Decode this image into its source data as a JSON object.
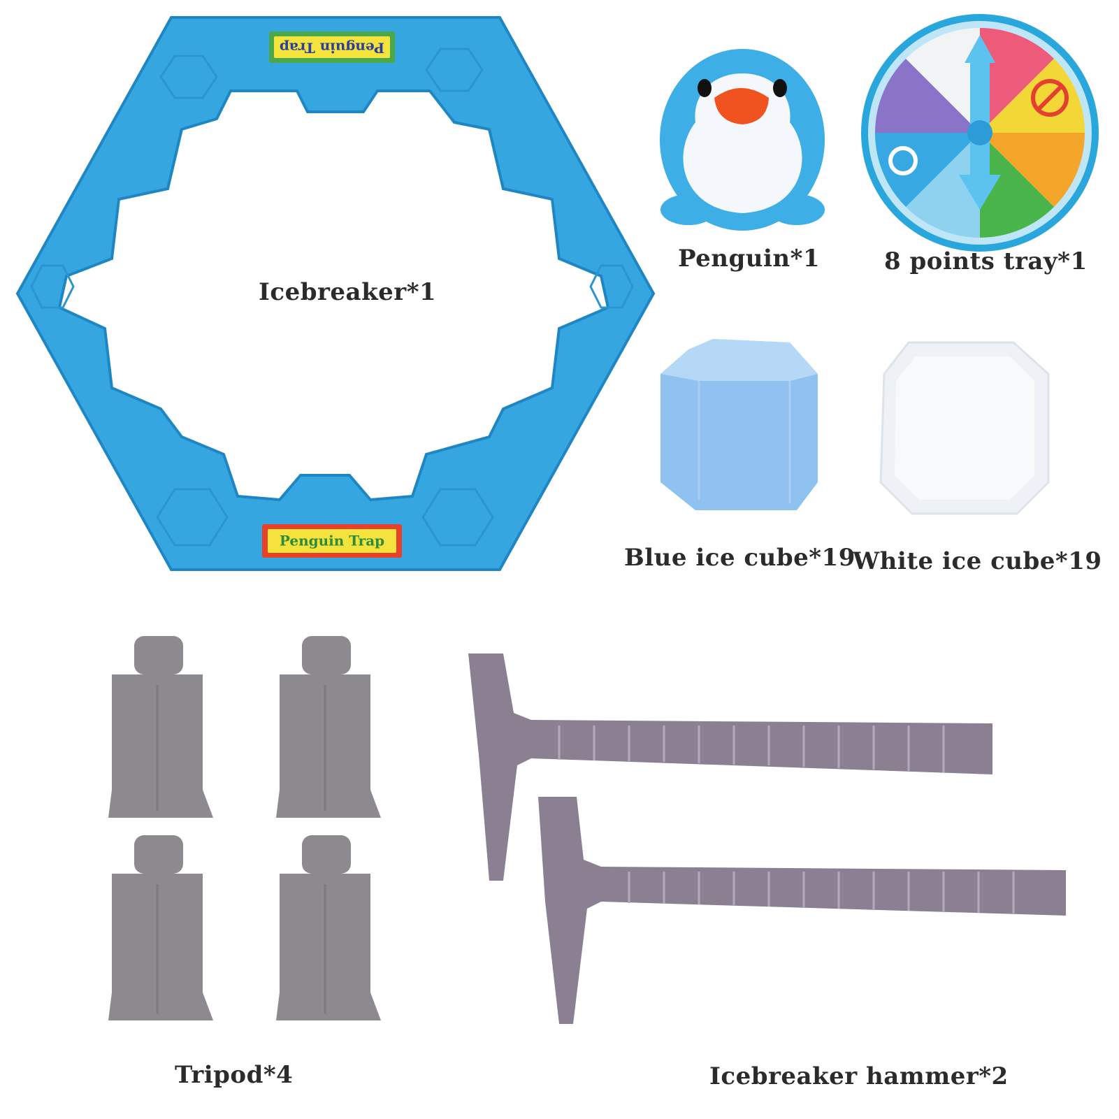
{
  "colors": {
    "frame_blue": "#35a6e0",
    "frame_blue_dark": "#1f86c4",
    "penguin_blue": "#3eaee6",
    "beak_orange": "#f0531f",
    "blue_cube": "#8fc2f0",
    "white_cube": "#eef1f5",
    "tripod_gray": "#8c8a8f",
    "hammer_gray": "#8a8092"
  },
  "items": {
    "icebreaker": {
      "label": "Icebreaker*1",
      "sticker_top_text": "Penguin Trap",
      "sticker_bottom_text": "Penguin Trap"
    },
    "penguin": {
      "label": "Penguin*1"
    },
    "tray": {
      "label": "8 points tray*1"
    },
    "blue_cube": {
      "label": "Blue ice cube*19"
    },
    "white_cube": {
      "label": "White ice cube*19"
    },
    "tripod": {
      "label": "Tripod*4"
    },
    "hammer": {
      "label": "Icebreaker hammer*2"
    }
  }
}
